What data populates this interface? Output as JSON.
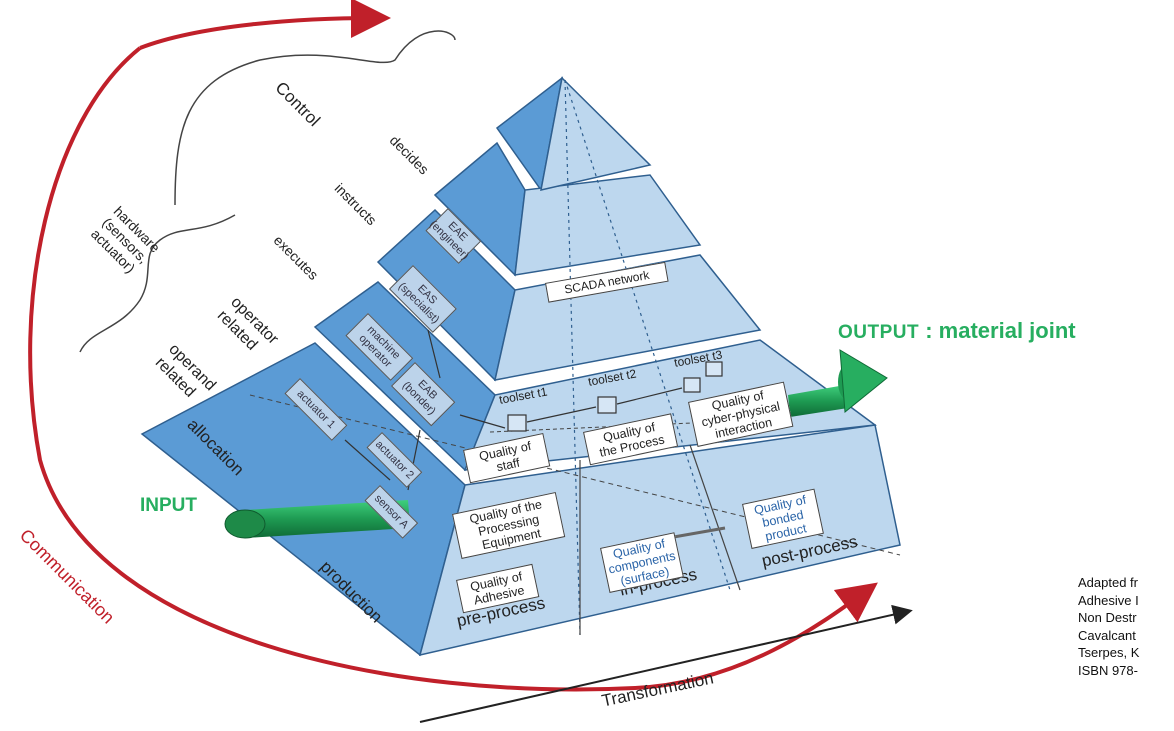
{
  "colors": {
    "pyramid_dark": "#5b9bd5",
    "pyramid_light": "#bdd7ee",
    "arrow_red": "#c0202a",
    "arrow_green": "#27ae60",
    "output_green": "#27ae60",
    "quality_blue": "#2a64a8"
  },
  "left_labels": {
    "control": "Control",
    "decides": "decides",
    "instructs": "instructs",
    "executes": "executes",
    "hardware": [
      "hardware",
      "(sensors,",
      "actuator)"
    ],
    "operator_related": [
      "operator",
      "related"
    ],
    "operand_related": [
      "operand",
      "related"
    ],
    "communication": "Communication",
    "transformation": "Transformation"
  },
  "io": {
    "input": "INPUT",
    "output_word": "OUTPUT",
    "output_rest": ": material joint"
  },
  "face_labels": {
    "allocation": "allocation",
    "production": "production",
    "pre_process": "pre-process",
    "in_process": "in-process",
    "post_process": "post-process",
    "scada": "SCADA network"
  },
  "agents": {
    "eae": "EAE\n(engineer)",
    "eas": "EAS\n(specialist)",
    "machine_operator": "machine\noperator",
    "eab": "EAB\n(bonder)",
    "actuator1": "actuator 1",
    "actuator2": "actuator 2",
    "sensor": "sensor A"
  },
  "toolsets": [
    "toolset t1",
    "toolset t2",
    "toolset t3"
  ],
  "quality_boxes": {
    "staff": "Quality of\nstaff",
    "process": "Quality of\nthe Process",
    "cyber": "Quality of\ncyber-physical\ninteraction",
    "equipment": "Quality of the\nProcessing\nEquipment",
    "adhesive": "Quality of\nAdhesive",
    "components": "Quality of\ncomponents\n(surface)",
    "bonded": "Quality of\nbonded\nproduct"
  },
  "caption": "Adapted fr\nAdhesive I\nNon Destr\nCavalcant\nTserpes, K\nISBN 978-"
}
